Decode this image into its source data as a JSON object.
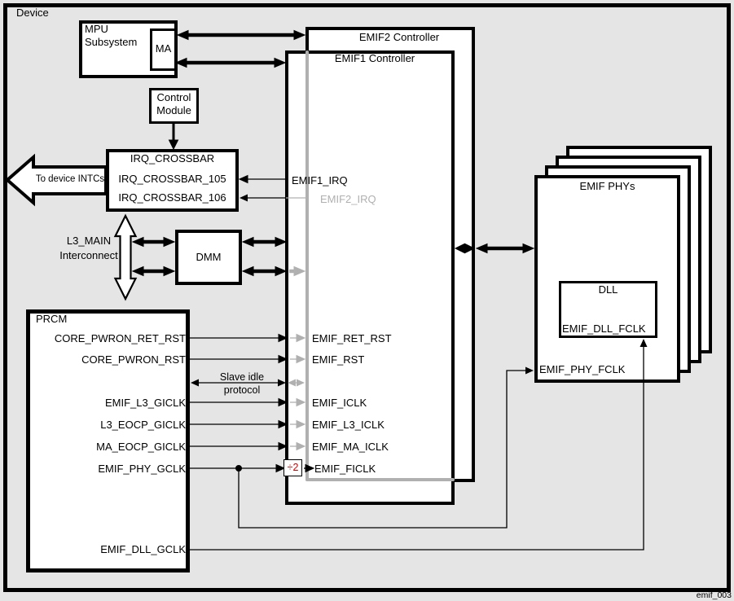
{
  "device": {
    "label": "Device",
    "footer": "emif_003"
  },
  "mpu": {
    "line1": "MPU",
    "line2": "Subsystem",
    "ma": "MA"
  },
  "control_module": {
    "line1": "Control",
    "line2": "Module"
  },
  "irq_crossbar": {
    "title": "IRQ_CROSSBAR",
    "row_105": "IRQ_CROSSBAR_105",
    "row_106": "IRQ_CROSSBAR_106"
  },
  "intc_arrow": {
    "label": "To device INTCs"
  },
  "l3_main": {
    "line1": "L3_MAIN",
    "line2": "Interconnect"
  },
  "dmm": {
    "title": "DMM"
  },
  "prcm": {
    "title": "PRCM",
    "signals": {
      "core_pwron_ret_rst": "CORE_PWRON_RET_RST",
      "core_pwron_rst": "CORE_PWRON_RST",
      "emif_l3_giclk": "EMIF_L3_GICLK",
      "l3_eocp_giclk": "L3_EOCP_GICLK",
      "ma_eocp_giclk": "MA_EOCP_GICLK",
      "emif_phy_gclk": "EMIF_PHY_GCLK",
      "emif_dll_gclk": "EMIF_DLL_GCLK"
    }
  },
  "slave_idle": {
    "line1": "Slave idle",
    "line2": "protocol"
  },
  "emif1": {
    "title": "EMIF1 Controller",
    "signals": {
      "irq": "EMIF1_IRQ",
      "ret_rst": "EMIF_RET_RST",
      "rst": "EMIF_RST",
      "iclk": "EMIF_ICLK",
      "l3_iclk": "EMIF_L3_ICLK",
      "ma_iclk": "EMIF_MA_ICLK",
      "ficlk": "EMIF_FICLK"
    }
  },
  "emif2": {
    "title": "EMIF2 Controller",
    "irq": "EMIF2_IRQ"
  },
  "divider": {
    "label": "÷2"
  },
  "emif_phys": {
    "title": "EMIF PHYs",
    "phy_fclk": "EMIF_PHY_FCLK",
    "dll_title": "DLL",
    "dll_fclk": "EMIF_DLL_FCLK"
  },
  "colors": {
    "background": "#e5e5e5",
    "box_fill": "#ffffff",
    "line_black": "#000000",
    "inactive_gray": "#b0b0b0",
    "divider_red": "#d40000"
  }
}
